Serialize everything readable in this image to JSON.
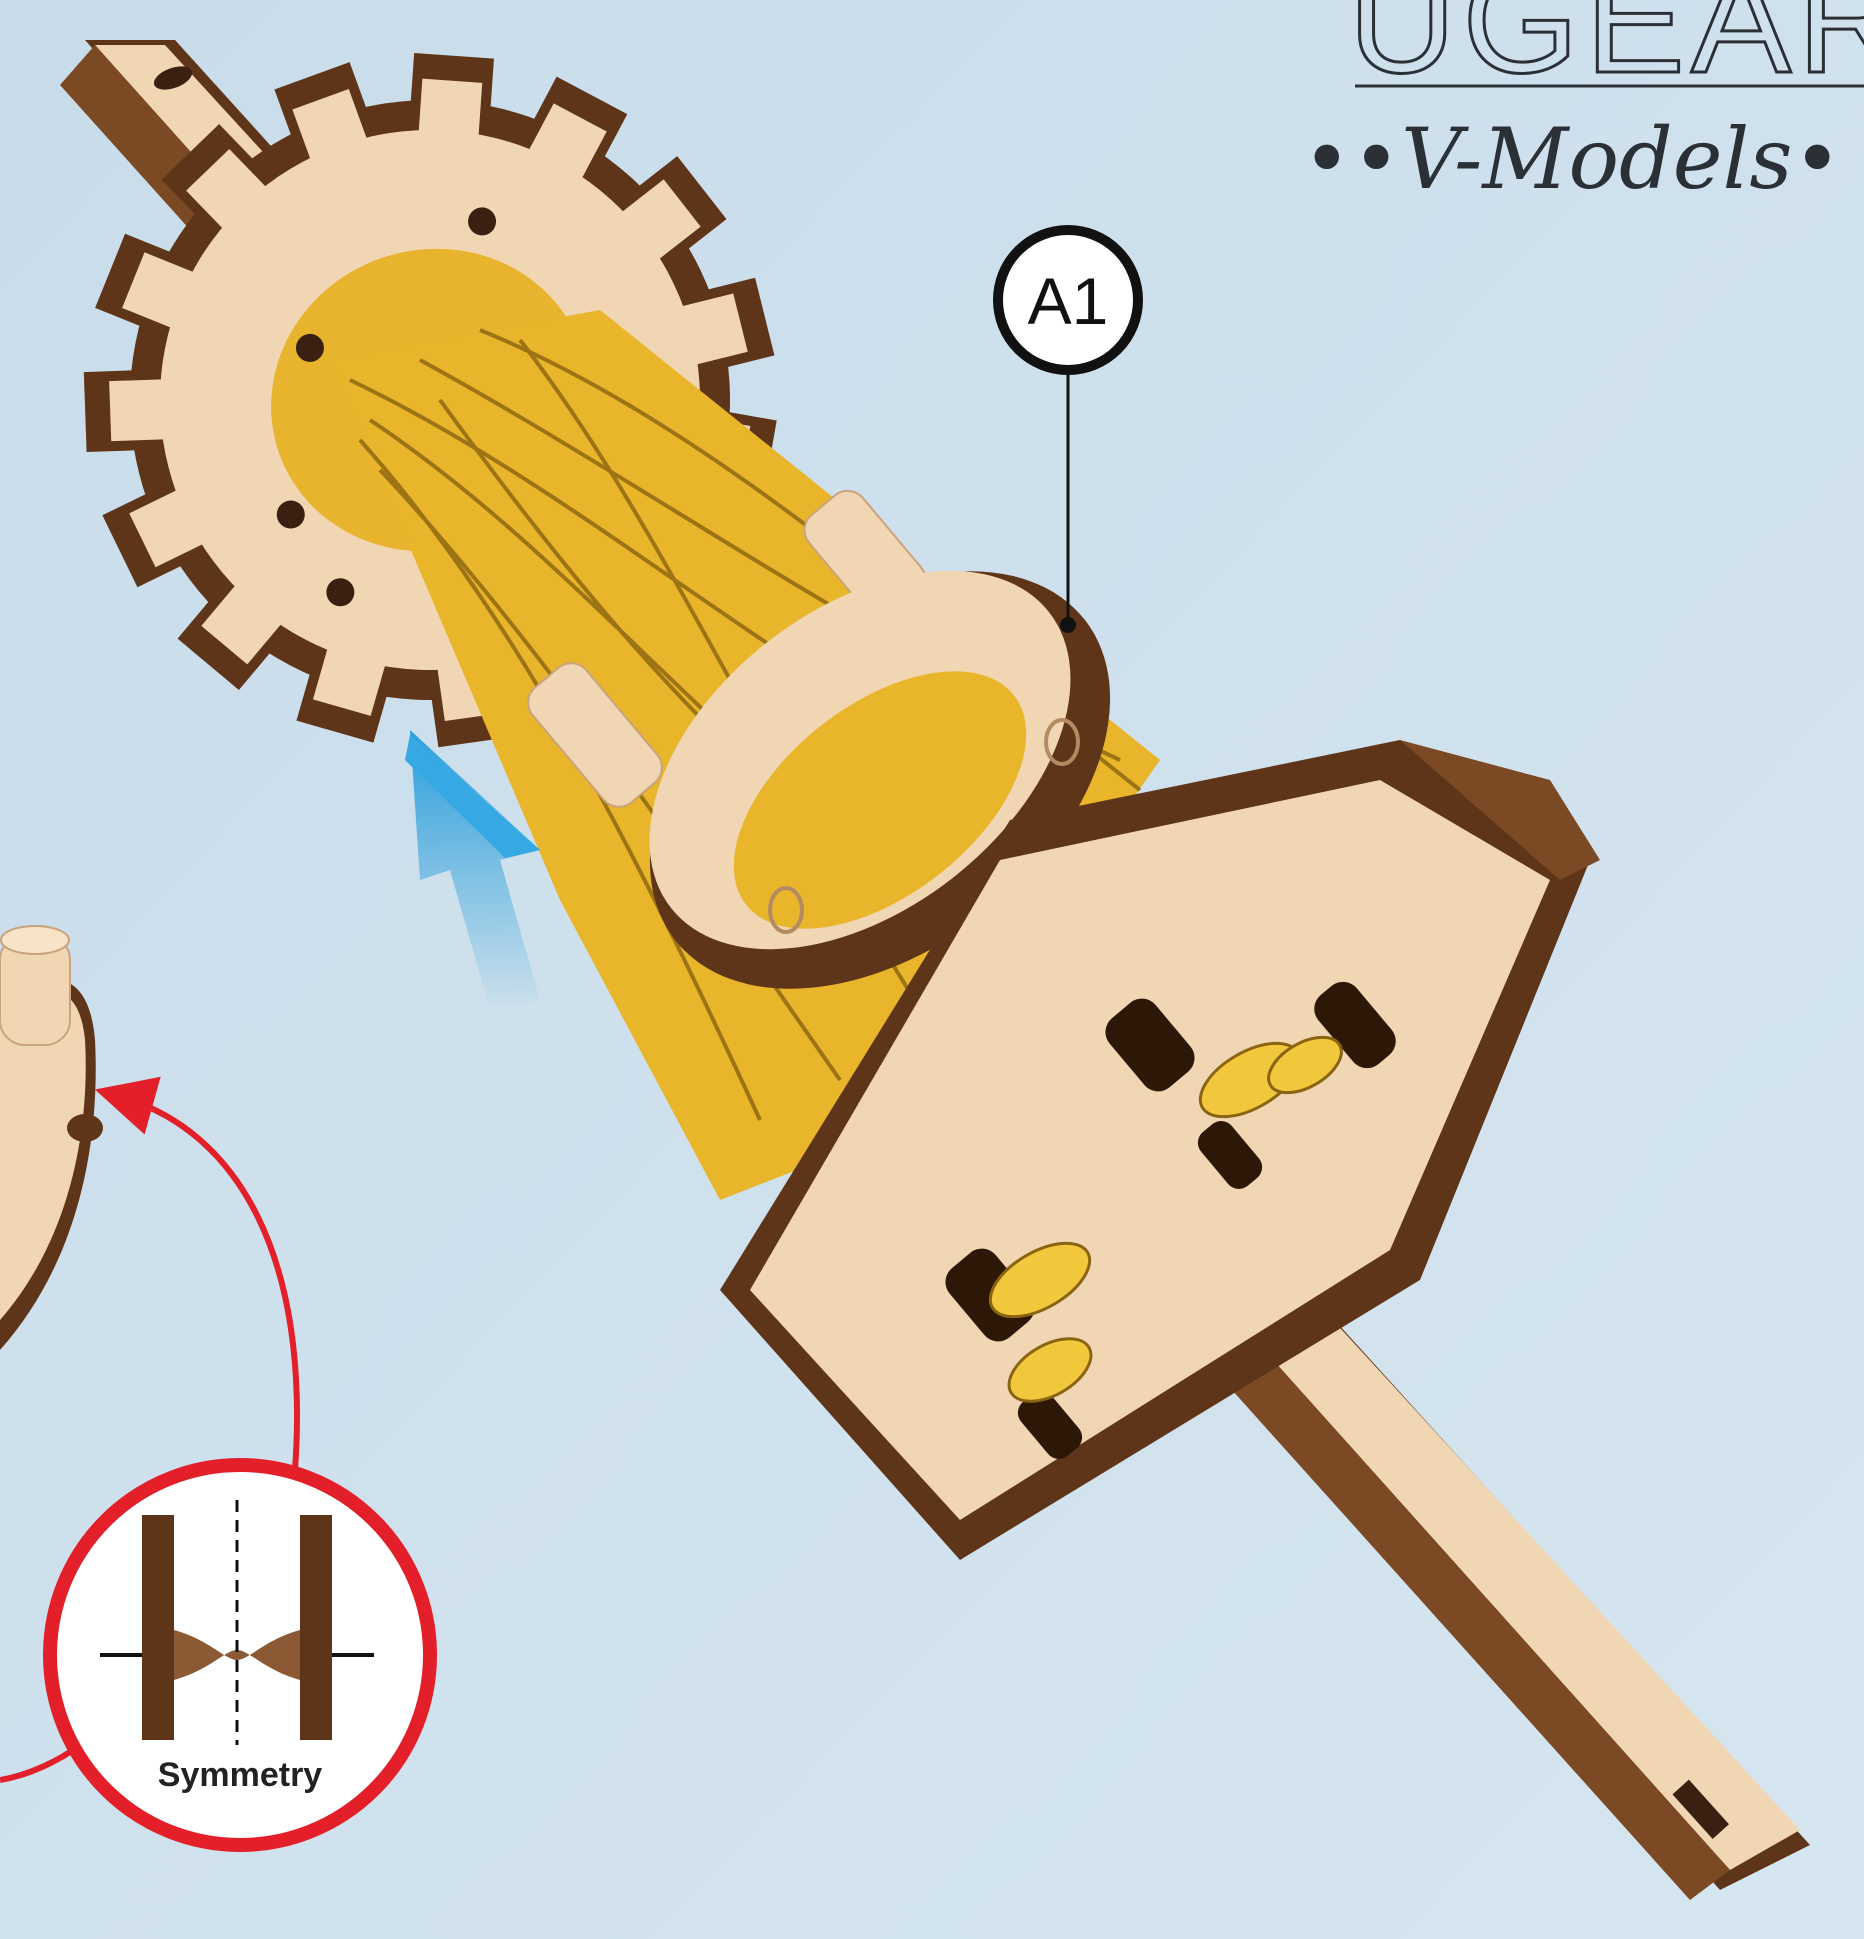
{
  "brand": {
    "name": "UGEARS",
    "tagline": "••V-Models•"
  },
  "callout": {
    "label": "A1"
  },
  "symmetry_badge": {
    "label": "Symmetry"
  },
  "colors": {
    "background": "#cfe2ee",
    "wood_light": "#f1d6b4",
    "wood_dark": "#5e3518",
    "rubber_band": "#e9b52a",
    "arrow_blue": "#34a6e0",
    "symmetry_red": "#e3202a"
  }
}
